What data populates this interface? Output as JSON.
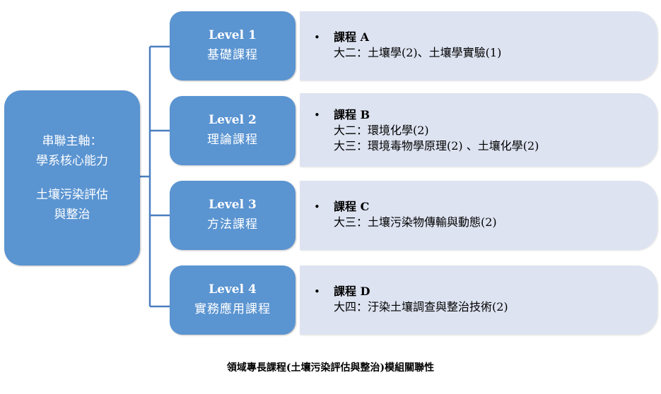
{
  "root": {
    "line1": "串聯主軸：",
    "line2": "學系核心能力",
    "line3": "土壤污染評估",
    "line4": "與整治"
  },
  "levels": [
    {
      "level": "Level 1",
      "name": "基礎課程"
    },
    {
      "level": "Level 2",
      "name": "理論課程"
    },
    {
      "level": "Level 3",
      "name": "方法課程"
    },
    {
      "level": "Level 4",
      "name": "實務應用課程"
    }
  ],
  "courses": [
    {
      "bullet": "•",
      "title": "課程 A",
      "lines": [
        "大二：土壤學(2)、土壤學實驗(1)"
      ]
    },
    {
      "bullet": "•",
      "title": "課程 B",
      "lines": [
        "大二：環境化學(2)",
        "大三：環境毒物學原理(2) 、土壤化學(2)"
      ]
    },
    {
      "bullet": "•",
      "title": "課程 C",
      "lines": [
        "大三：土壤污染物傳輸與動態(2)"
      ]
    },
    {
      "bullet": "•",
      "title": "課程 D",
      "lines": [
        "大四：汙染土壤調查與整治技術(2)"
      ]
    }
  ],
  "caption": "領域專長課程(土壤污染評估與整治)模組關聯性",
  "colors": {
    "box_blue": "#5a94d1",
    "course_bg": "#dde3f1",
    "connector": "#4a7fc0"
  }
}
